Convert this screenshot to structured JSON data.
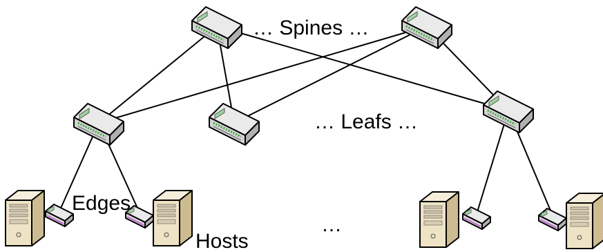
{
  "labels": {
    "spines": "…  Spines …",
    "leafs": "…  Leafs  …",
    "edges": "Edges",
    "hosts": "Hosts",
    "hosts_ellipsis": "…"
  },
  "palette": {
    "switch_top": "#eaeaea",
    "switch_front": "#d2d2d2",
    "switch_side": "#b0b0b0",
    "switch_led": "#3caa3c",
    "edge_accent": "#c06ad0",
    "server_front": "#efe3c6",
    "server_side": "#cdbb92",
    "link": "#000000"
  },
  "nodes": {
    "spines": [
      "spine-1",
      "spine-2"
    ],
    "leafs": [
      "leaf-1",
      "leaf-2",
      "leaf-3"
    ],
    "edges": [
      "edge-1",
      "edge-2",
      "edge-3",
      "edge-4"
    ],
    "hosts": [
      "host-1",
      "host-2",
      "host-3",
      "host-4"
    ]
  }
}
